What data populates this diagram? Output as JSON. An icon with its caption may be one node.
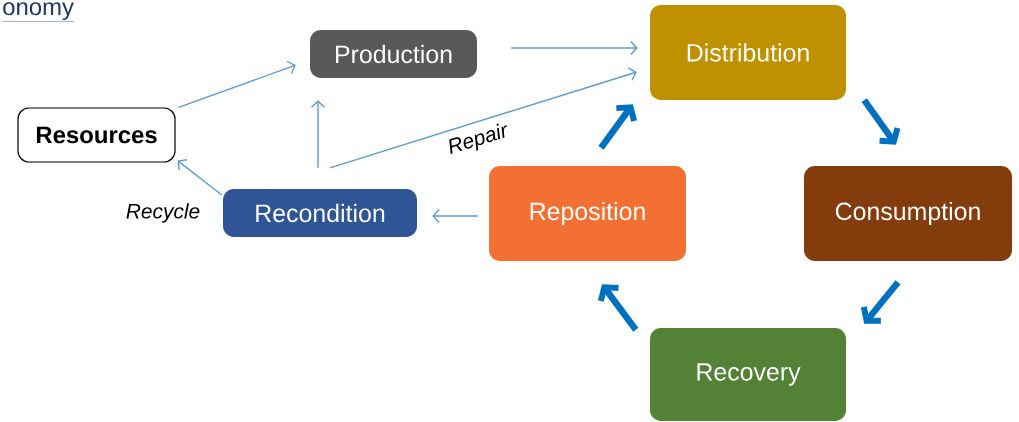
{
  "diagram": {
    "nodes": [
      {
        "text": [
          "Resources"
        ]
      },
      {
        "text": [
          "Production"
        ]
      },
      {
        "text": [
          "Distribution"
        ]
      },
      {
        "text": [
          "Recondition"
        ]
      },
      {
        "text": [
          "Reposition"
        ]
      },
      {
        "text": [
          "Consumption"
        ]
      },
      {
        "text": [
          "Recovery"
        ]
      }
    ],
    "edges": [
      {
        "from": 0,
        "to": 1,
        "arrow": "to"
      },
      {
        "from": 1,
        "to": 2,
        "arrow": "to"
      },
      {
        "from": 3,
        "to": 1,
        "arrow": "to"
      },
      {
        "from": 3,
        "to": 2,
        "arrow": "to",
        "label": "Repair"
      },
      {
        "from": 3,
        "to": 0,
        "arrow": "to",
        "label": "Recycle"
      },
      {
        "from": 4,
        "to": 3,
        "arrow": "to"
      },
      {
        "from": 2,
        "to": 5,
        "arrow": "to",
        "style": "thick",
        "color": "#0070c0"
      },
      {
        "from": 5,
        "to": 6,
        "arrow": "to",
        "style": "thick",
        "color": "#0070c0"
      },
      {
        "from": 6,
        "to": 4,
        "arrow": "to",
        "style": "thick",
        "color": "#0070c0"
      },
      {
        "from": 4,
        "to": 2,
        "arrow": "to",
        "style": "thick",
        "color": "#0070c0"
      }
    ],
    "labels": [
      "onomy"
    ]
  }
}
